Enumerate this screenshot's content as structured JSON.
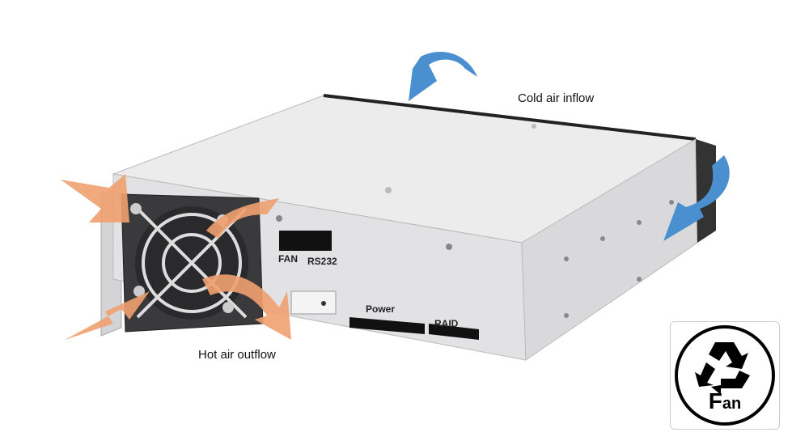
{
  "labels": {
    "cold_air": "Cold air inflow",
    "hot_air": "Hot air outflow"
  },
  "ports": {
    "fan": "FAN",
    "rs232": "RS232",
    "power": "Power",
    "raid": "RAID"
  },
  "badge": {
    "icon": "recycle-icon",
    "text_first": "F",
    "text_rest": "an"
  },
  "colors": {
    "cold_arrow": "#4a90d0",
    "hot_arrow": "#f0a070",
    "chassis": "#e9e9ea"
  }
}
